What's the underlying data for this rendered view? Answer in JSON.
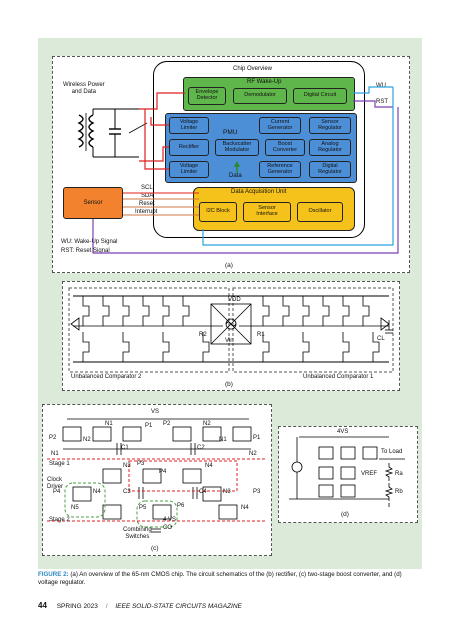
{
  "panel_a": {
    "wireless_label": "Wireless Power\nand Data",
    "chip_overview": "Chip Overview",
    "rf_wakeup": "RF Wake-Up",
    "envelope_detector": "Envelope\nDetector",
    "demodulator": "Demodulator",
    "digital_circuit": "Digital Circuit",
    "pmu": "PMU",
    "voltage_limiter_top": "Voltage\nLimiter",
    "current_generator": "Current\nGenerator",
    "sensor_regulator": "Sensor\nRegulator",
    "rectifier": "Rectifier",
    "backscatter_modulator": "Backscatter\nModulator",
    "boost_converter": "Boost\nConverter",
    "analog_regulator": "Analog\nRegulator",
    "voltage_limiter_bottom": "Voltage\nLimiter",
    "reference_generator": "Reference\nGenerator",
    "digital_regulator": "Digital\nRegulator",
    "data": "Data",
    "wu": "WU",
    "rst": "RST",
    "sensor": "Sensor",
    "scl": "SCL",
    "sda": "SDA",
    "reset": "Reset",
    "interrupt": "Interrupt",
    "daq_unit": "Data Acquisition Unit",
    "i2c_block": "I2C Block",
    "sensor_interface": "Sensor\nInterface",
    "oscillator": "Oscillator",
    "legend_wu": "WU: Wake-Up Signal",
    "legend_rst": "RST: Reset Signal",
    "letter": "(a)"
  },
  "panel_b": {
    "vdd": "VDD",
    "r2": "R2",
    "r1": "R1",
    "vin": "Vin",
    "cl": "CL",
    "comp2": "Unbalanced Comparator 2",
    "comp1": "Unbalanced Comparator 1",
    "letter": "(b)"
  },
  "panel_c": {
    "vs": "VS",
    "n1": "N1",
    "p1": "P1",
    "p2": "P2",
    "n2": "N2",
    "c1": "C1",
    "c2": "C2",
    "stage1": "Stage 1",
    "clock_driver": "Clock\nDriver",
    "n3": "N3",
    "p3": "P3",
    "n4": "N4",
    "p4": "P4",
    "c3": "C3",
    "c4": "C4",
    "p5": "P5",
    "p6": "P6",
    "n5": "N5",
    "stage2": "Stage 2",
    "four_vs": "4 VS",
    "co": "CO",
    "combining": "Combining\nSwitches",
    "letter": "(c)"
  },
  "panel_d": {
    "four_vs": "4VS",
    "to_load": "To Load",
    "vref": "VREF",
    "ra": "Ra",
    "rb": "Rb",
    "letter": "(d)"
  },
  "caption": {
    "fig": "FIGURE 2:",
    "text": " (a) An overview of the 65-nm CMOS chip. The circuit schematics of the (b) rectifier, (c) two-stage boost converter, and (d) voltage regulator."
  },
  "footer": {
    "page": "44",
    "issue": "SPRING 2023",
    "magazine": "IEEE SOLID-STATE CIRCUITS MAGAZINE"
  }
}
